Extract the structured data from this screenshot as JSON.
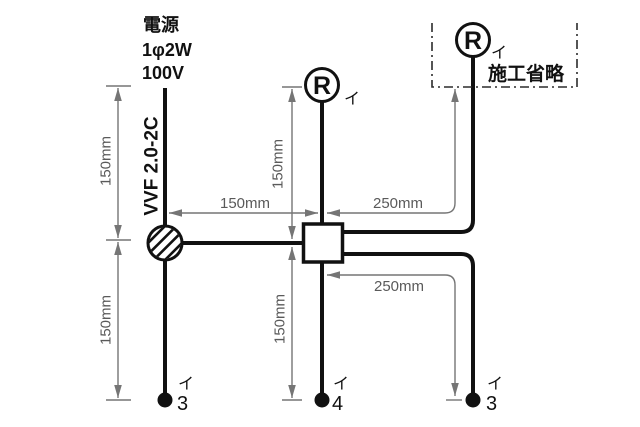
{
  "power_source": {
    "title": "電源",
    "phase": "1φ2W",
    "voltage": "100V"
  },
  "cable": {
    "type": "VVF 2.0-2C"
  },
  "omitted_section": {
    "label": "施工省略"
  },
  "devices": {
    "receptacle_center": {
      "symbol": "R",
      "circuit": "イ"
    },
    "receptacle_omitted": {
      "symbol": "R",
      "circuit": "イ"
    }
  },
  "terminals": {
    "left": {
      "circuit": "イ",
      "number": "3"
    },
    "center": {
      "circuit": "イ",
      "number": "4"
    },
    "right": {
      "circuit": "イ",
      "number": "3"
    }
  },
  "dimensions": {
    "left_upper": "150mm",
    "left_lower": "150mm",
    "center_upper": "150mm",
    "center_lower": "150mm",
    "source_to_box": "150mm",
    "box_to_omitted": "250mm",
    "box_to_right": "250mm"
  },
  "colors": {
    "wire": "#111111",
    "dimension_line": "#757575",
    "dimension_text": "#5a5a5a",
    "background": "#ffffff"
  }
}
